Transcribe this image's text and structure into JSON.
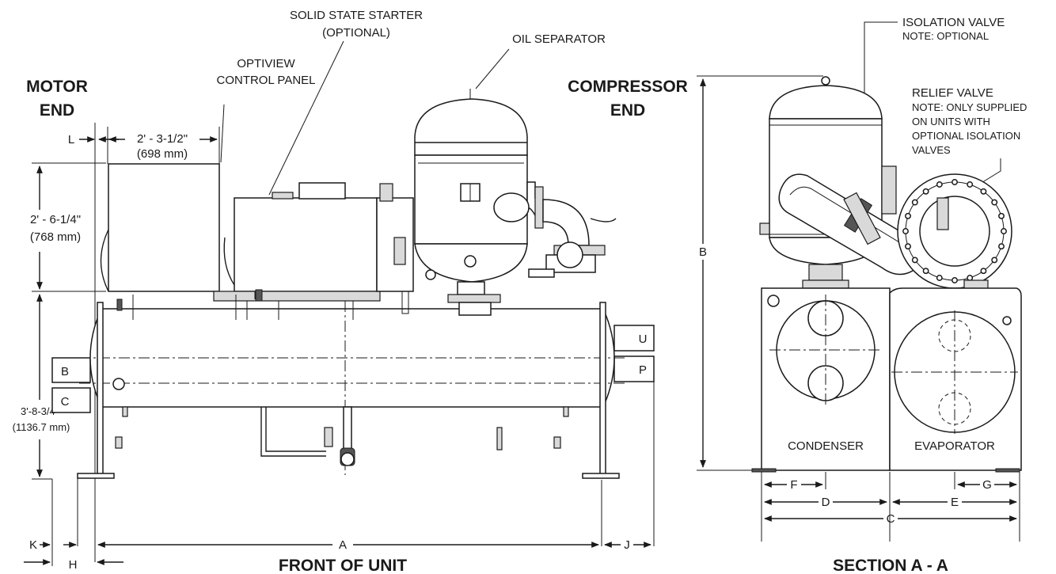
{
  "front": {
    "motor_end": [
      "MOTOR",
      "END"
    ],
    "compressor_end": [
      "COMPRESSOR",
      "END"
    ],
    "optiview": [
      "OPTIVIEW",
      "CONTROL PANEL"
    ],
    "solid_state": [
      "SOLID STATE STARTER",
      "(OPTIONAL)"
    ],
    "oil_separator": "OIL SEPARATOR",
    "dim_width_ft": "2' - 3-1/2\"",
    "dim_width_mm": "(698 mm)",
    "dim_height_ft": "2' - 6-1/4\"",
    "dim_height_mm": "(768 mm)",
    "dim_lower_ft": "3'-8-3/4 \"",
    "dim_lower_mm": "(1136.7 mm)",
    "letter_L": "L",
    "letter_B": "B",
    "letter_C": "C",
    "letter_U": "U",
    "letter_P": "P",
    "letter_A": "A",
    "letter_J": "J",
    "letter_K": "K",
    "letter_H": "H",
    "title": "FRONT OF UNIT"
  },
  "section": {
    "isolation_valve": "ISOLATION VALVE",
    "isolation_note": "NOTE: OPTIONAL",
    "relief_valve": "RELIEF VALVE",
    "relief_note": [
      "NOTE: ONLY SUPPLIED",
      "ON UNITS WITH",
      "OPTIONAL ISOLATION",
      "VALVES"
    ],
    "condenser": "CONDENSER",
    "evaporator": "EVAPORATOR",
    "letter_B": "B",
    "letter_F": "F",
    "letter_G": "G",
    "letter_D": "D",
    "letter_E": "E",
    "letter_C": "C",
    "title": "SECTION A - A"
  }
}
